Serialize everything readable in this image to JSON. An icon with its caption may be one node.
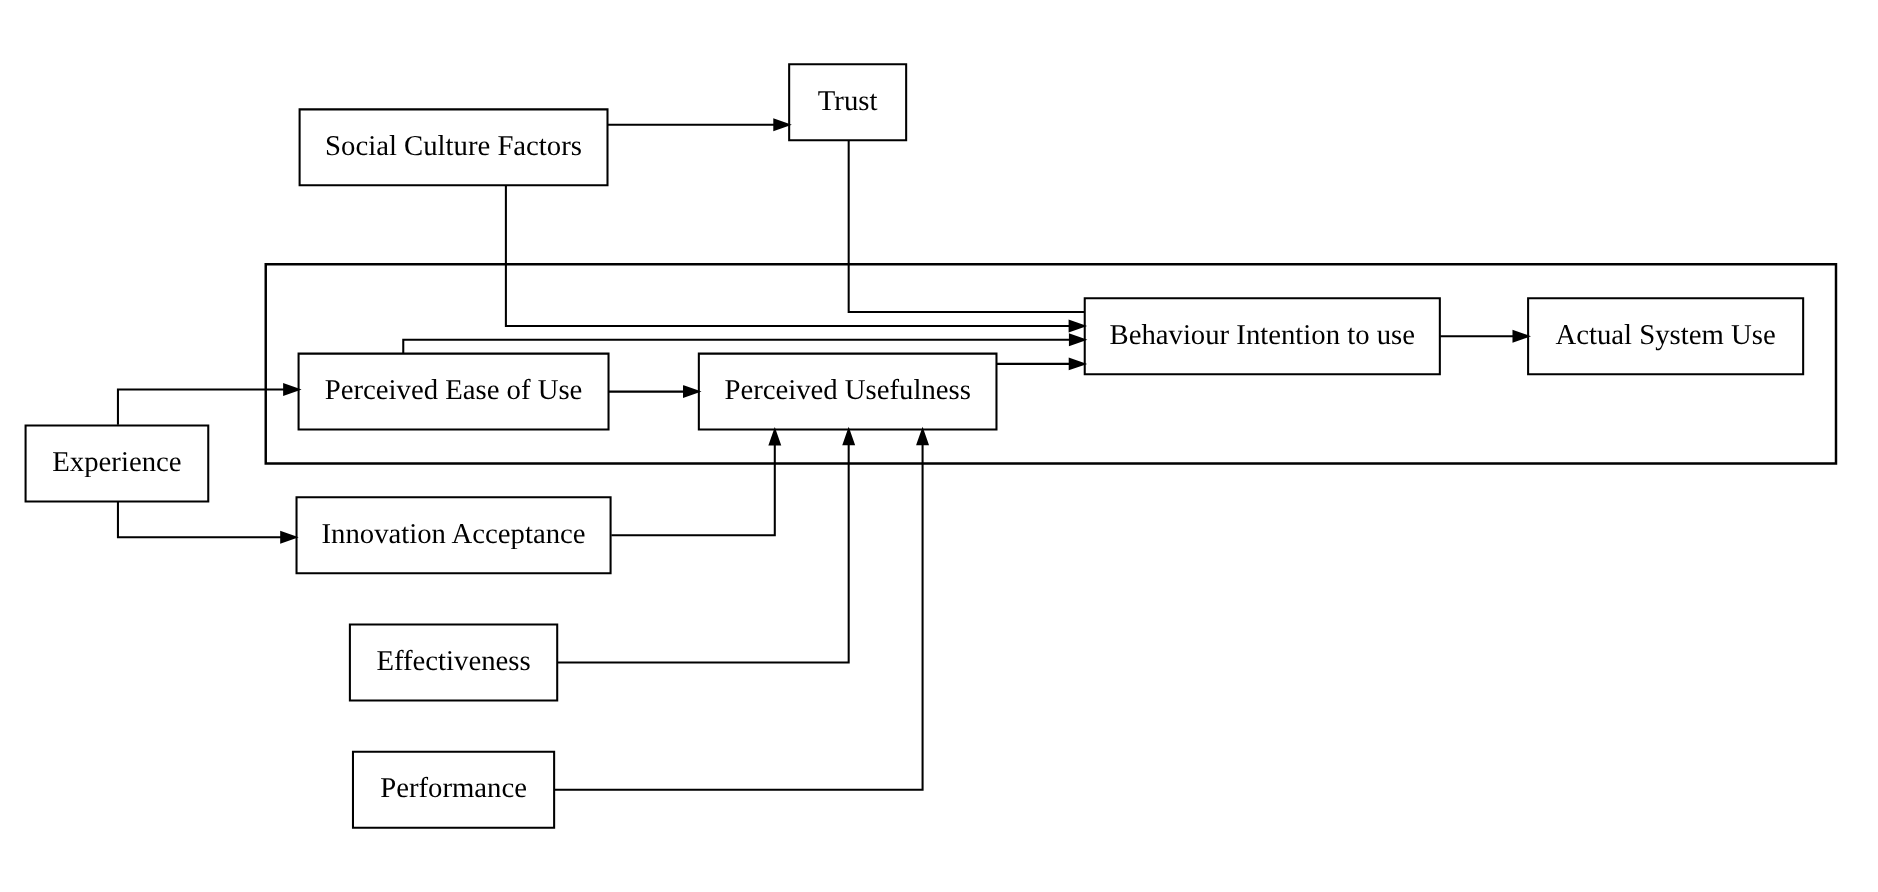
{
  "diagram": {
    "nodes": [
      {
        "text": [
          "Social Culture Factors"
        ]
      },
      {
        "text": [
          "Trust"
        ]
      },
      {
        "text": [],
        "shape": "box"
      },
      {
        "text": [
          "Effectiveness"
        ]
      },
      {
        "text": [
          "Perceived Usefulness"
        ],
        "in": 2
      },
      {
        "text": [
          "Performance"
        ]
      },
      {
        "text": [
          "Innovation Acceptance"
        ]
      },
      {
        "text": [
          "Behaviour Intention to use"
        ],
        "in": 2
      },
      {
        "text": [
          "Actual System Use"
        ],
        "in": 2
      },
      {
        "text": [
          "Perceived Ease of Use"
        ],
        "in": 2
      },
      {
        "text": [
          "Experience"
        ]
      }
    ],
    "edges": [
      {
        "from": 0,
        "to": 1,
        "arrow": "to"
      },
      {
        "from": 0,
        "to": 7,
        "arrow": "to"
      },
      {
        "from": 1,
        "to": 7,
        "arrow": "none"
      },
      {
        "from": 3,
        "to": 4,
        "arrow": "to"
      },
      {
        "from": 5,
        "to": 4,
        "arrow": "to"
      },
      {
        "from": 6,
        "to": 4,
        "arrow": "to"
      },
      {
        "from": 10,
        "to": 6,
        "arrow": "to"
      },
      {
        "from": 10,
        "to": 9,
        "arrow": "to"
      },
      {
        "from": 9,
        "to": 4,
        "arrow": "to"
      },
      {
        "from": 4,
        "to": 7,
        "arrow": "to"
      },
      {
        "from": 9,
        "to": 7,
        "arrow": "to"
      },
      {
        "from": 7,
        "to": 8,
        "arrow": "to"
      }
    ]
  }
}
